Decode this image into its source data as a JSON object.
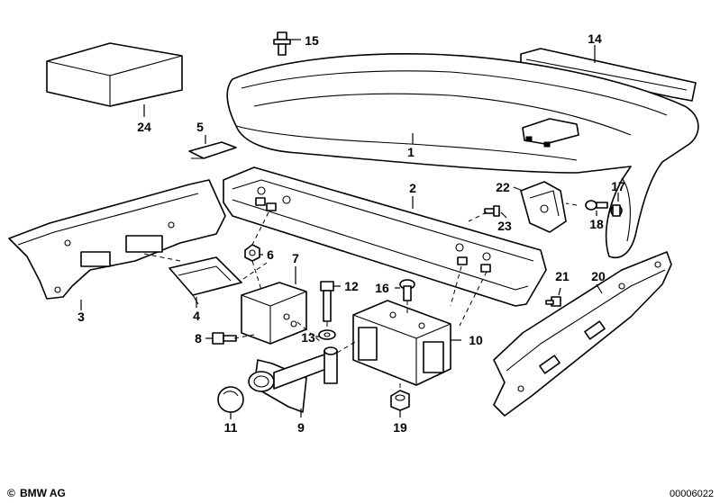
{
  "callouts": {
    "c1": "1",
    "c2": "2",
    "c3": "3",
    "c4": "4",
    "c5": "5",
    "c6": "6",
    "c7": "7",
    "c8": "8",
    "c9": "9",
    "c10": "10",
    "c11": "11",
    "c12": "12",
    "c13": "13",
    "c14": "14",
    "c15": "15",
    "c16": "16",
    "c17": "17",
    "c18": "18",
    "c19": "19",
    "c20": "20",
    "c21": "21",
    "c22": "22",
    "c23": "23",
    "c24": "24"
  },
  "footer": {
    "brand": "BMW AG",
    "copyright_symbol": "©",
    "diagram_number": "00006022"
  }
}
